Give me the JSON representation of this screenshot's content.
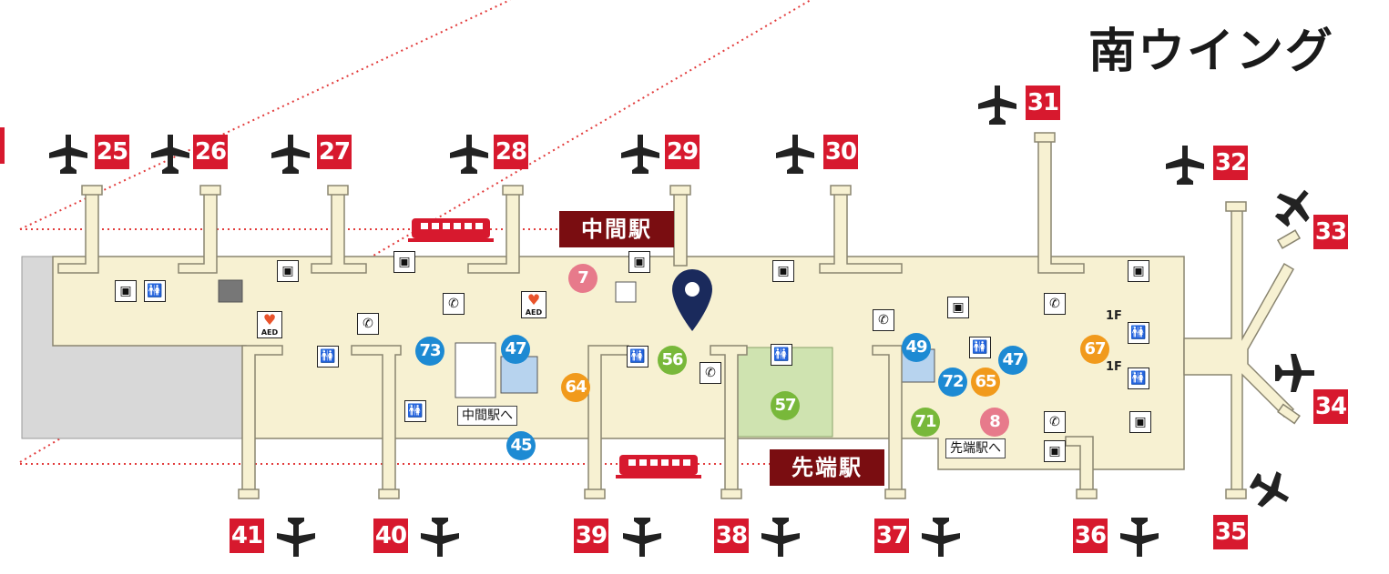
{
  "wing_title": "南ウイング",
  "stations": [
    {
      "label": "中間駅"
    },
    {
      "label": "先端駅"
    }
  ],
  "gates": [
    "25",
    "26",
    "27",
    "28",
    "29",
    "30",
    "31",
    "32",
    "33",
    "34",
    "35",
    "36",
    "37",
    "38",
    "39",
    "40",
    "41"
  ],
  "facility_numbers": {
    "n7": "7",
    "n73": "73",
    "n47a": "47",
    "n56": "56",
    "n64": "64",
    "n45": "45",
    "n57": "57",
    "n49": "49",
    "n72": "72",
    "n65": "65",
    "n47b": "47",
    "n71": "71",
    "n8": "8",
    "n67": "67"
  },
  "signs": {
    "to_middle_station": "中間駅へ",
    "to_end_station": "先端駅へ",
    "floor_1f_a": "1F",
    "floor_1f_b": "1F"
  },
  "icons": {
    "restroom": "🚻",
    "phone": "✆",
    "atm": "▣",
    "aed": "AED",
    "aed_heart": "♥"
  },
  "colors": {
    "gate_red": "#d7192e",
    "station_maroon": "#7a0d11",
    "floor_cream": "#f7f1d2",
    "service_gray": "#d8d8d8",
    "lounge_green": "#cfe3b0",
    "current_location": "#1a2a5c"
  }
}
